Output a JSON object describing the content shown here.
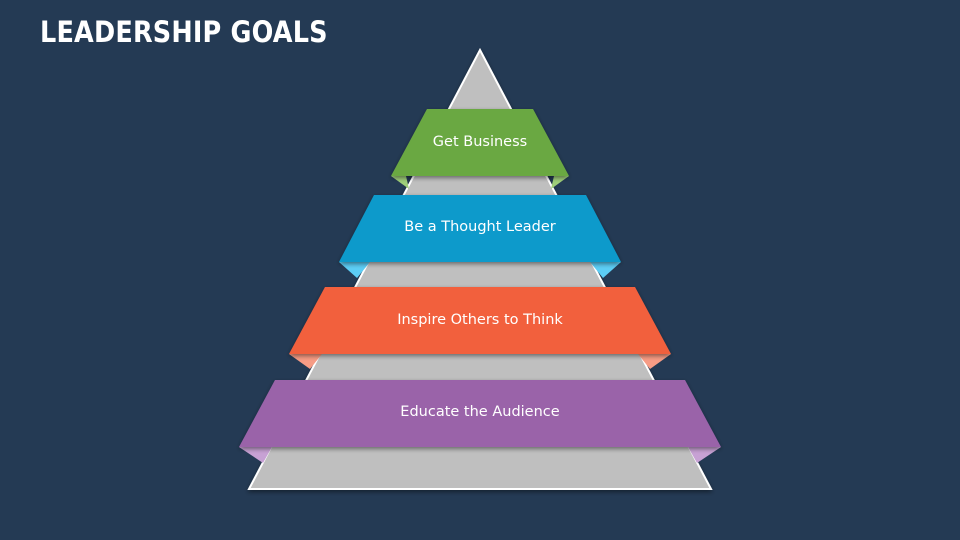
{
  "title": "LEADERSHIP GOALS",
  "pyramid": {
    "levels": [
      {
        "label": "Get Business",
        "color": "#6aa842",
        "fold_color": "#9fcf7a"
      },
      {
        "label": "Be a Thought Leader",
        "color": "#0a9acb",
        "fold_color": "#5ccdf5"
      },
      {
        "label": "Inspire Others to Think",
        "color": "#f2603d",
        "fold_color": "#f79c85"
      },
      {
        "label": "Educate the Audience",
        "color": "#9a63a9",
        "fold_color": "#c7a1d4"
      }
    ],
    "base_color": "#bfbfbf",
    "outline_color": "#ffffff"
  }
}
